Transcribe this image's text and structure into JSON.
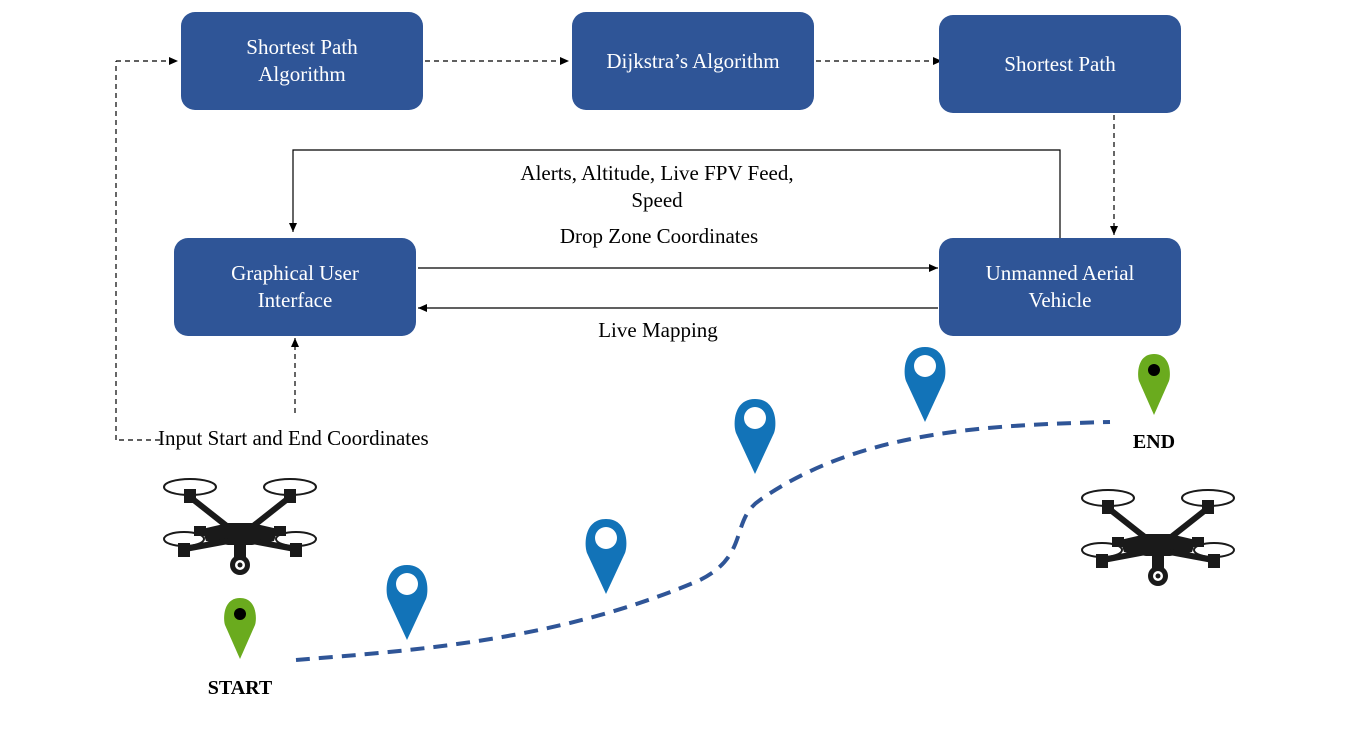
{
  "nodes": {
    "shortest_path_algorithm": "Shortest Path\nAlgorithm",
    "dijkstras_algorithm": "Dijkstra’s Algorithm",
    "shortest_path": "Shortest Path",
    "graphical_user_interface": "Graphical User\nInterface",
    "unmanned_aerial_vehicle": "Unmanned Aerial\nVehicle"
  },
  "edge_labels": {
    "telemetry": "Alerts, Altitude, Live FPV Feed,\nSpeed",
    "drop_zone": "Drop Zone Coordinates",
    "live_mapping": "Live Mapping",
    "input_coordinates": "Input Start and End Coordinates"
  },
  "markers": {
    "start": "START",
    "end": "END"
  },
  "icons": {
    "endpoint_pin": "map-pin-icon",
    "waypoint_pin": "location-pin-icon",
    "drone": "drone-icon"
  },
  "colors": {
    "node_fill": "#2f5597",
    "node_text": "#ffffff",
    "route_line": "#2f5597",
    "waypoint_pin": "#1273b8",
    "endpoint_pin": "#6aab1e",
    "arrow": "#000000"
  }
}
